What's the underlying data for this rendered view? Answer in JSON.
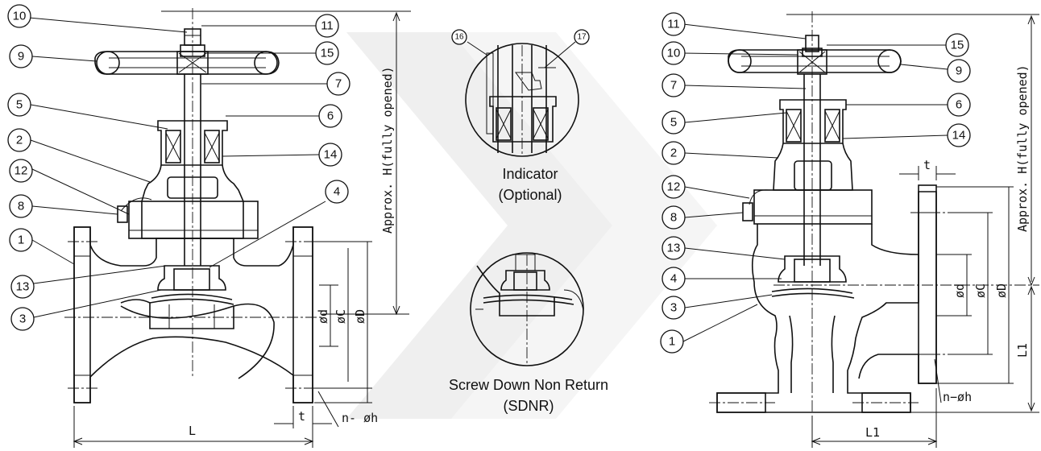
{
  "left_view": {
    "callouts": [
      "10",
      "11",
      "9",
      "15",
      "7",
      "5",
      "6",
      "2",
      "14",
      "12",
      "8",
      "4",
      "1",
      "13",
      "3"
    ],
    "dims": {
      "H": "Approx.  H(fully  opened)",
      "L": "L",
      "t": "t",
      "nh": "n- øh",
      "d": "ød",
      "C": "øC",
      "D": "øD"
    }
  },
  "right_view": {
    "callouts": [
      "11",
      "10",
      "15",
      "9",
      "7",
      "6",
      "5",
      "14",
      "2",
      "12",
      "8",
      "13",
      "4",
      "3",
      "1"
    ],
    "dims": {
      "H": "Approx.  H(fully  opened)",
      "L1_h": "L1",
      "L1_v": "L1",
      "t": "t",
      "nh": "n−øh",
      "d": "ød",
      "C": "øC",
      "D": "øD"
    }
  },
  "detail_indicator": {
    "callouts": [
      "16",
      "17"
    ],
    "caption_line1": "Indicator",
    "caption_line2": "(Optional)"
  },
  "detail_sdnr": {
    "caption_line1": "Screw Down Non Return",
    "caption_line2": "(SDNR)"
  }
}
